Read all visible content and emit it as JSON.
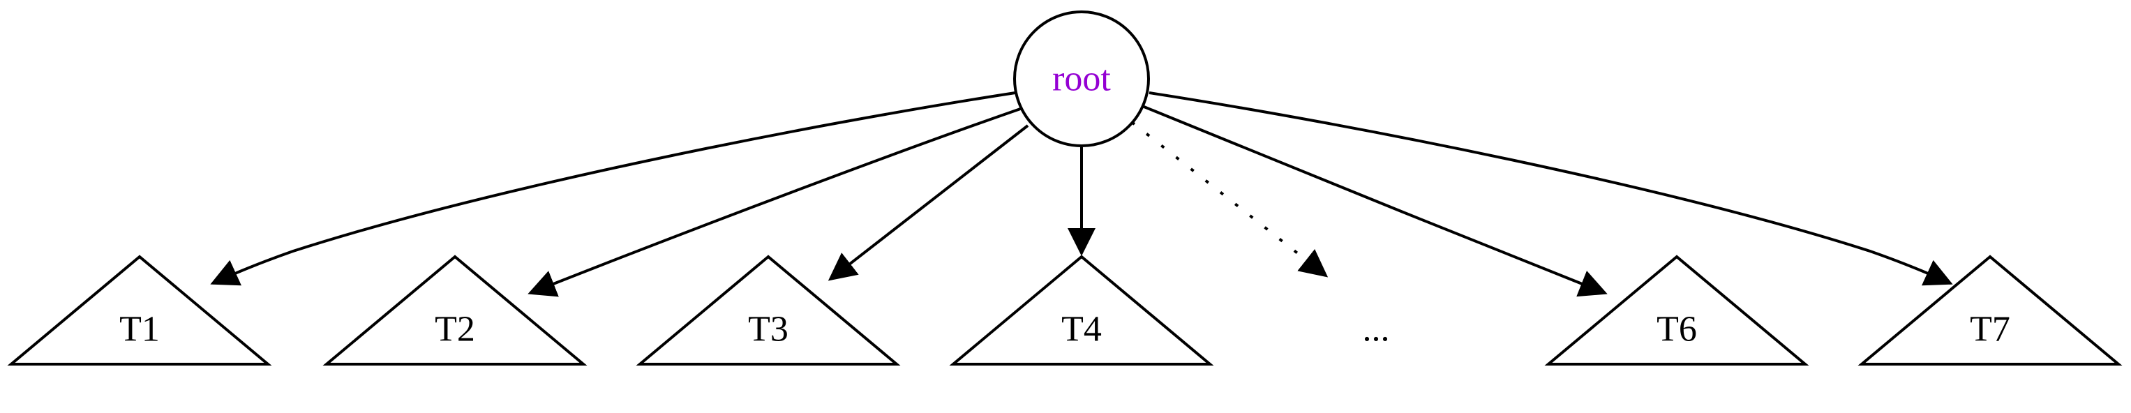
{
  "root": {
    "label": "root",
    "label_color": "#9400d3"
  },
  "children": [
    "T1",
    "T2",
    "T3",
    "T4",
    "...",
    "T6",
    "T7"
  ],
  "colors": {
    "stroke": "#000000",
    "fill": "#ffffff",
    "text": "#000000"
  }
}
